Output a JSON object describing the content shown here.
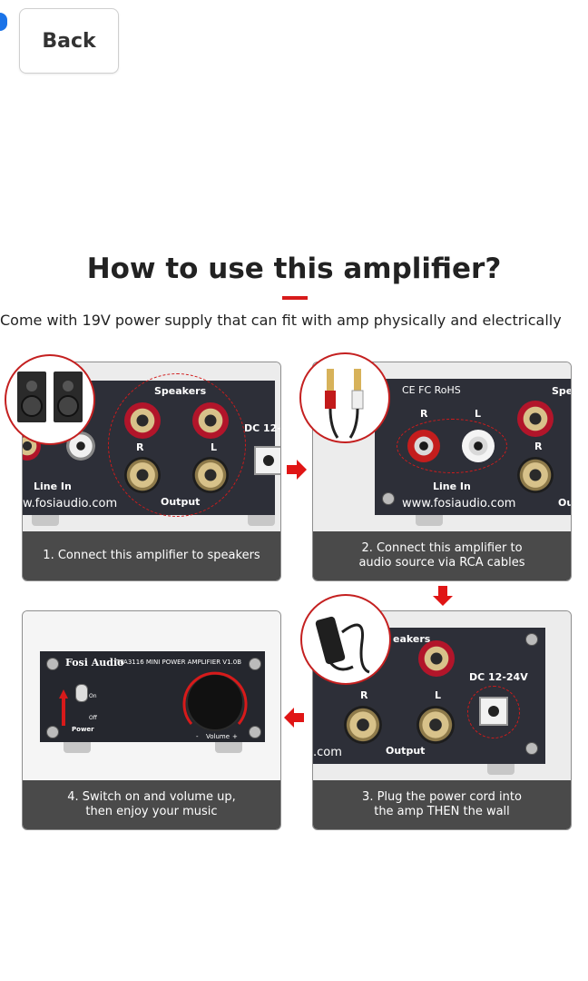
{
  "nav": {
    "back_label": "Back"
  },
  "heading": {
    "title": "How to use this amplifier?",
    "subtitle": "Come with 19V power supply that can fit with amp physically and electrically"
  },
  "steps": [
    {
      "caption": "1. Connect this amplifier to speakers",
      "labels": {
        "speakers": "Speakers",
        "r": "R",
        "l": "L",
        "dc": "DC 12-",
        "line_in": "Line In",
        "url": "w.fosiaudio.com",
        "output": "Output"
      }
    },
    {
      "caption_line1": "2. Connect this amplifier to",
      "caption_line2": "audio source via RCA cables",
      "labels": {
        "cert": "CE FC RoHS",
        "speakers": "Spe",
        "r": "R",
        "l": "L",
        "r2": "R",
        "line_in": "Line In",
        "url": "www.fosiaudio.com",
        "out": "Ou"
      }
    },
    {
      "caption_line1": "3. Plug the power cord into",
      "caption_line2": "the amp THEN the wall",
      "labels": {
        "speakers": "eakers",
        "dc": "DC 12-24V",
        "r": "R",
        "l": "L",
        "url": ".com",
        "output": "Output"
      }
    },
    {
      "caption_line1": "4. Switch on and volume up,",
      "caption_line2": "then enjoy your music",
      "labels": {
        "brand": "Fosi Audio",
        "model": "TPA3116 MINI POWER AMPLIFIER V1.0B",
        "on": "On",
        "off": "Off",
        "power": "Power",
        "volume": "Volume",
        "minus": "-",
        "plus": "+"
      }
    }
  ],
  "colors": {
    "accent": "#d71a1a",
    "caption_bg": "#4a4a4a",
    "amp_body": "#2d2f38"
  }
}
